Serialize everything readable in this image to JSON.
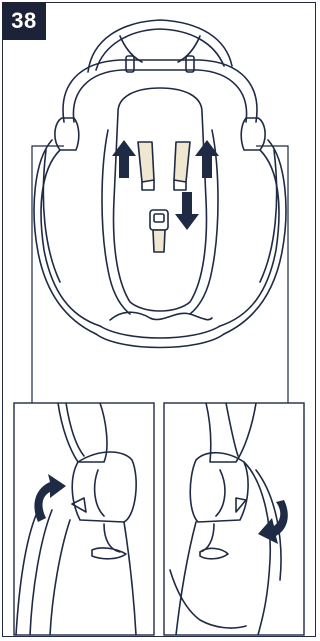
{
  "step_number": "38",
  "colors": {
    "badge_bg": "#1c2238",
    "badge_text": "#ffffff",
    "line": "#1f2a44",
    "arrow": "#1f2a44",
    "strap": "#efe7cf"
  },
  "illustrations": {
    "main": "infant-car-seat-top-view",
    "detail_left": "left-handle-pivot-closeup",
    "detail_right": "right-handle-pivot-closeup"
  },
  "icons": {
    "arrow_up_left": "arrow-up-icon",
    "arrow_up_right": "arrow-up-icon",
    "arrow_down": "arrow-down-icon",
    "rotate_left": "rotate-arrow-icon",
    "rotate_right": "rotate-arrow-icon"
  }
}
